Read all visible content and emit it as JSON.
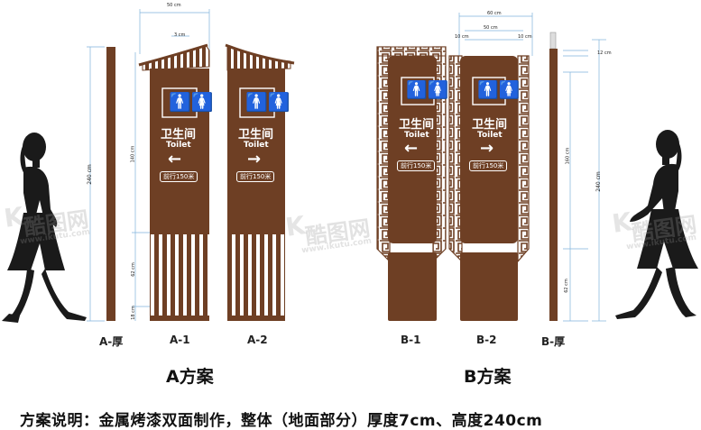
{
  "dimensions": {
    "a_total_width": "50 cm",
    "a_thickness": "3 cm",
    "a_total_height": "240 cm",
    "a_upper_height": "140 cm",
    "a_lower_height": "62 cm",
    "a_base_height": "18 cm",
    "b_total_width": "60 cm",
    "b_inner_width": "50 cm",
    "b_side_frame_left": "10 cm",
    "b_side_frame_right": "10 cm",
    "b_top_offset": "12 cm",
    "b_upper_height": "160 cm",
    "b_lower_height": "62 cm",
    "b_total_height": "240 cm"
  },
  "sign": {
    "title_cn": "卫生间",
    "title_en": "Toilet",
    "distance": "前行150米",
    "arrow_left": "←",
    "arrow_right": "→"
  },
  "plan_labels": {
    "a_thick": "A-厚",
    "a1": "A-1",
    "a2": "A-2",
    "b1": "B-1",
    "b2": "B-2",
    "b_thick": "B-厚"
  },
  "schemes": {
    "a": "A方案",
    "b": "B方案"
  },
  "note": "方案说明：金属烤漆双面制作，整体（地面部分）厚度7cm、高度240cm",
  "watermarks": [
    "酷图网",
    "www.ikutu.com"
  ],
  "colors": {
    "panel": "#6e3f24",
    "panel_dark": "#5a321b",
    "dim_line": "#7fb3dc",
    "silhouette": "#1a1a1a",
    "text_on_panel": "#ffffff"
  }
}
